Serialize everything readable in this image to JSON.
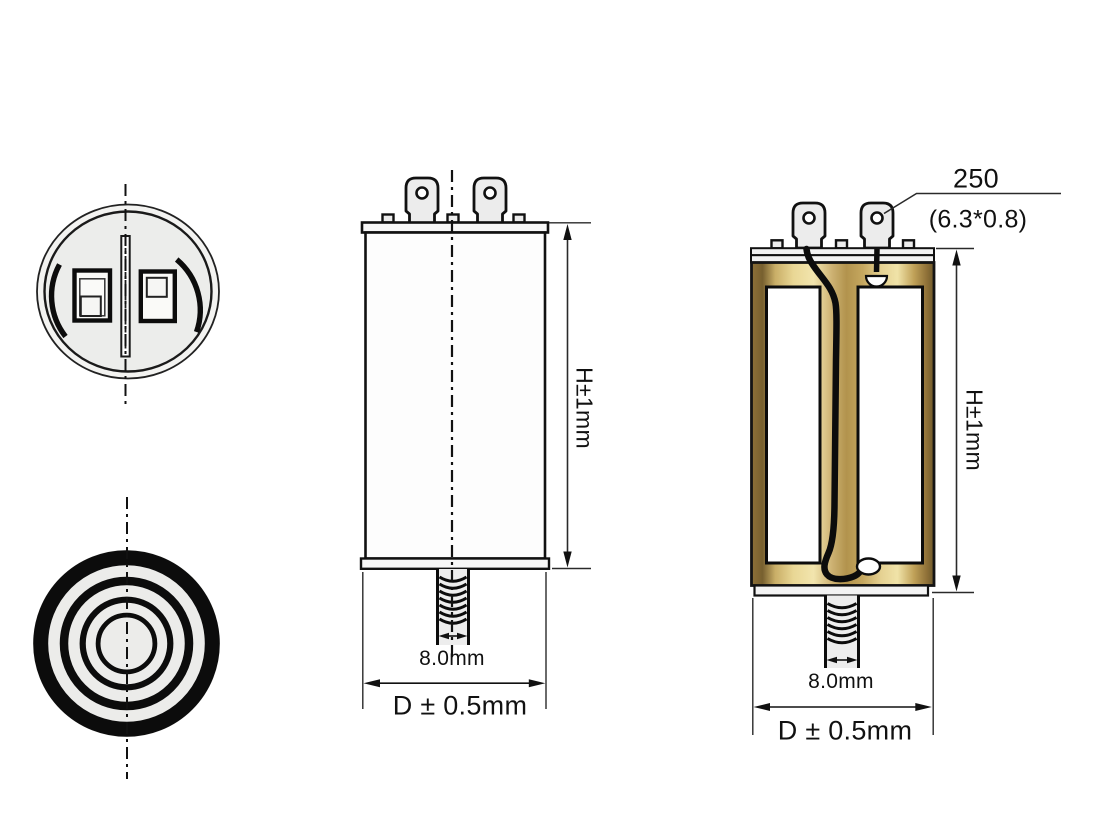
{
  "drawing": {
    "labels": {
      "terminal_rating": "250",
      "terminal_size": "(6.3*0.8)",
      "side_height": "H±1mm",
      "section_height": "H±1mm",
      "side_stud_diameter": "8.0mm",
      "section_stud_diameter": "8.0mm",
      "side_body_diameter": "D ± 0.5mm",
      "section_body_diameter": "D ± 0.5mm"
    },
    "colors": {
      "outline": "#111111",
      "dimension_line": "#2a2a2a",
      "case_fill": "#fdfdfd",
      "terminal_fill": "#ececec",
      "section_wall_gold_light": "#f2e5ae",
      "section_wall_gold_mid": "#c9ae67",
      "section_wall_gold_dark": "#77602f",
      "ring_black": "#0c0c0c",
      "view_fill_gray": "#ececea"
    }
  }
}
